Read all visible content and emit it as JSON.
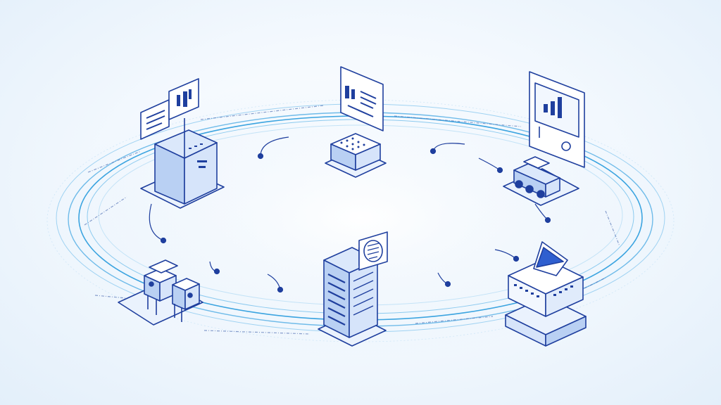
{
  "title": "",
  "colors": {
    "background_center": "#ffffff",
    "background_edge": "#e3effa",
    "outline": "#1f3f9e",
    "ring": "#3ba4e0",
    "ring_light": "#9fd2f2",
    "fill_light": "#eaf2fd",
    "fill_mid": "#b9d0f3",
    "accent": "#2f5fcf"
  },
  "nodes": [
    {
      "id": "kiosk-terminal",
      "icon": "kiosk-terminal-icon"
    },
    {
      "id": "data-dashboard",
      "icon": "document-dashboard-icon"
    },
    {
      "id": "analytics-vehicle",
      "icon": "bar-chart-vehicle-icon"
    },
    {
      "id": "robot-units",
      "icon": "robot-machine-icon"
    },
    {
      "id": "server-tower",
      "icon": "server-tower-icon"
    },
    {
      "id": "device-console",
      "icon": "console-device-icon"
    }
  ],
  "connections": 8
}
